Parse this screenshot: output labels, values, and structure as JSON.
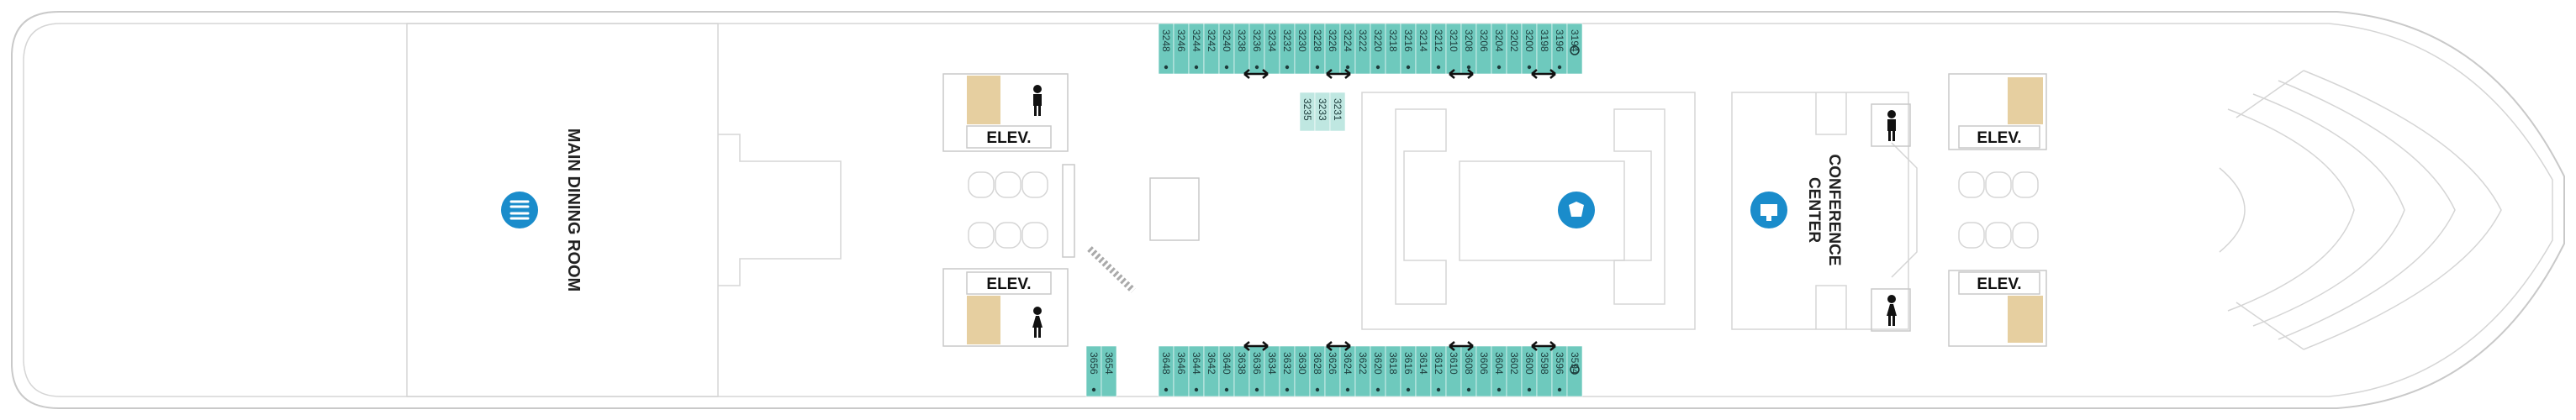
{
  "deck": {
    "colors": {
      "cabin": "#6ec9bd",
      "cabin_light": "#bfe7e1",
      "stair": "#e6cfa0",
      "icon_blue": "#1a8ccb",
      "outline": "#c9c9c9",
      "text": "#222222"
    },
    "labels": {
      "main_dining": "MAIN DINING ROOM",
      "conference_line1": "CONFERENCE",
      "conference_line2": "CENTER",
      "elevator": "ELEV."
    },
    "icons": {
      "dining": "dining-icon",
      "theater": "theater-icon",
      "conference": "conference-icon",
      "accessible": "accessible-icon",
      "restroom_men": "restroom-men-icon",
      "restroom_women": "restroom-women-icon",
      "stairs": "stairs-icon",
      "connecting": "connecting-arrow-icon"
    },
    "top_cabins": [
      "3248",
      "3246",
      "3244",
      "3242",
      "3240",
      "3238",
      "3236",
      "3234",
      "3232",
      "3230",
      "3228",
      "3226",
      "3224",
      "3222",
      "3220",
      "3218",
      "3216",
      "3214",
      "3212",
      "3210",
      "3208",
      "3206",
      "3204",
      "3202",
      "3200",
      "3198",
      "3196",
      "3194"
    ],
    "top_inner_cabins": [
      "3235",
      "3233",
      "3231"
    ],
    "bottom_left_cabins": [
      "3656",
      "3654"
    ],
    "bottom_cabins": [
      "3648",
      "3646",
      "3644",
      "3642",
      "3640",
      "3638",
      "3636",
      "3634",
      "3632",
      "3630",
      "3628",
      "3626",
      "3624",
      "3622",
      "3620",
      "3618",
      "3616",
      "3614",
      "3612",
      "3610",
      "3608",
      "3606",
      "3604",
      "3602",
      "3600",
      "3598",
      "3596",
      "3594"
    ]
  }
}
